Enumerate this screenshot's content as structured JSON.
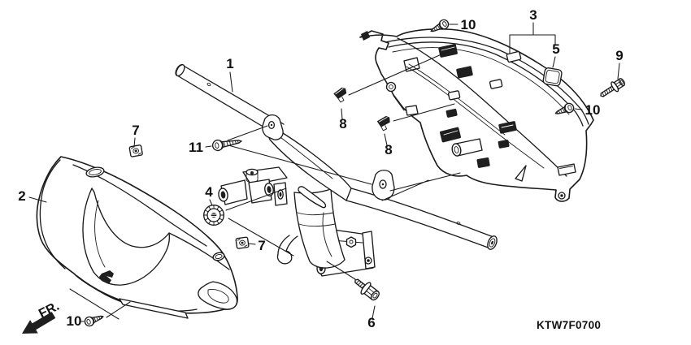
{
  "diagram": {
    "code": "KTW7F0700",
    "fr_indicator": "FR.",
    "background_color": "#ffffff",
    "line_color": "#1a1a1a"
  },
  "callouts": [
    {
      "id": "1",
      "label": "1"
    },
    {
      "id": "2",
      "label": "2"
    },
    {
      "id": "3",
      "label": "3"
    },
    {
      "id": "4",
      "label": "4"
    },
    {
      "id": "5",
      "label": "5"
    },
    {
      "id": "6",
      "label": "6"
    },
    {
      "id": "7a",
      "label": "7"
    },
    {
      "id": "7b",
      "label": "7"
    },
    {
      "id": "8a",
      "label": "8"
    },
    {
      "id": "8b",
      "label": "8"
    },
    {
      "id": "9",
      "label": "9"
    },
    {
      "id": "10a",
      "label": "10"
    },
    {
      "id": "10b",
      "label": "10"
    },
    {
      "id": "10c",
      "label": "10"
    },
    {
      "id": "11",
      "label": "11"
    }
  ]
}
